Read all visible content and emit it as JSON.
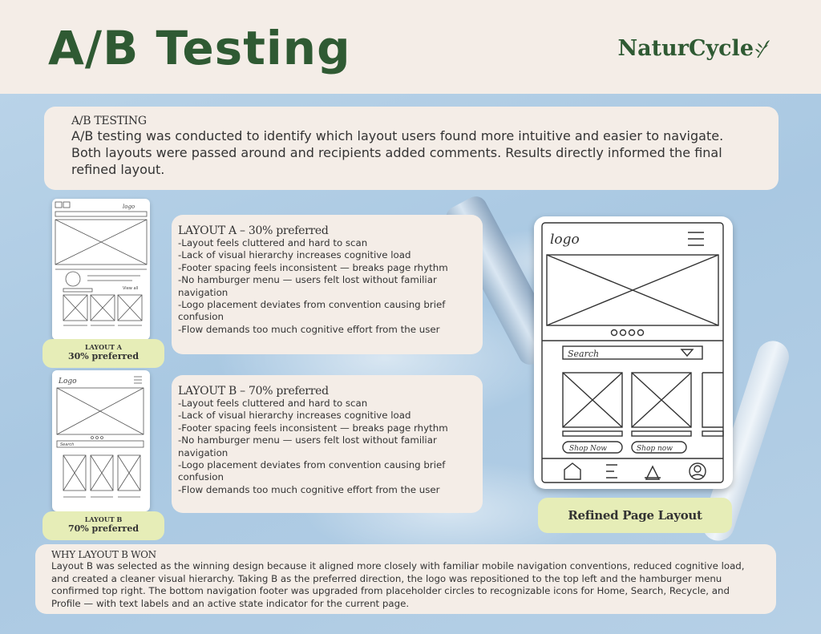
{
  "header": {
    "title": "A/B Testing",
    "brand": "NaturCycle",
    "brand_icon": "leaf-sprig-icon"
  },
  "intro": {
    "heading": "A/B TESTING",
    "body": "A/B testing was conducted to identify which layout users found more intuitive and easier to navigate. Both layouts were passed around and recipients added comments. Results directly informed the final refined layout."
  },
  "layout_a": {
    "heading": "LAYOUT A – 30% preferred",
    "bullets": [
      "-Layout feels cluttered and hard to scan",
      "-Lack of visual hierarchy increases cognitive load",
      "-Footer spacing feels inconsistent — breaks page rhythm",
      "-No hamburger menu — users felt lost without familiar navigation",
      "-Logo placement deviates from convention causing brief confusion",
      "-Flow demands too much cognitive effort from the user"
    ],
    "pill_title": "LAYOUT A",
    "pill_sub": "30% preferred",
    "thumb_logo": "logo",
    "thumb_more": "View all"
  },
  "layout_b": {
    "heading": "LAYOUT B – 70% preferred",
    "bullets": [
      "-Layout feels cluttered and hard to scan",
      "-Lack of visual hierarchy increases cognitive load",
      "-Footer spacing feels inconsistent — breaks page rhythm",
      "-No hamburger menu — users felt lost without familiar navigation",
      "-Logo placement deviates from convention causing brief confusion",
      "-Flow demands too much cognitive effort from the user"
    ],
    "pill_title": "LAYOUT B",
    "pill_sub": "70% preferred",
    "thumb_logo": "Logo",
    "thumb_search": "Search"
  },
  "refined": {
    "label": "Refined Page Layout",
    "logo": "logo",
    "search": "Search",
    "shop_now": "Shop Now",
    "shop_now_2": "Shop now",
    "nav_icons": [
      "home-icon",
      "search-icon",
      "recycle-icon",
      "profile-icon"
    ]
  },
  "why": {
    "heading": "WHY LAYOUT B WON",
    "body": "Layout B was selected as the winning design because it aligned more closely with familiar mobile navigation conventions, reduced cognitive load, and created a cleaner visual hierarchy. Taking B as the preferred direction, the logo was repositioned to the top left and the hamburger menu confirmed top right. The bottom navigation footer was upgraded from placeholder circles to recognizable icons for Home, Search, Recycle, and Profile — with text labels and an active state indicator for the current page."
  },
  "colors": {
    "title_green": "#2f5a33",
    "cream": "#f4ede7",
    "pill_lime": "#e6edb7",
    "sky_blue": "#aec9e2"
  }
}
